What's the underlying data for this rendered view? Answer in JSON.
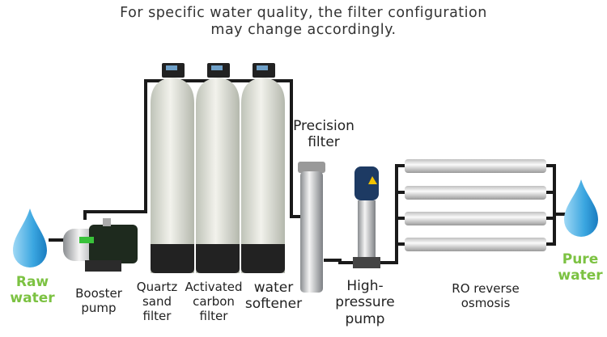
{
  "caption": "For specific water quality, the filter configuration\nmay change accordingly.",
  "labels": {
    "raw_water": "Raw\nwater",
    "booster_pump": "Booster\npump",
    "quartz_sand_filter": "Quartz\nsand\nfilter",
    "activated_carbon_filter": "Activated\ncarbon\nfilter",
    "water_softener": "water\nsoftener",
    "precision_filter": "Precision\nfilter",
    "high_pressure_pump": "High-pressure\npump",
    "ro_reverse_osmosis": "RO reverse\nosmosis",
    "pure_water": "Pure\nwater"
  },
  "colors": {
    "accent_green": "#7cc242",
    "pipe": "#1a1a1a",
    "water": "#3aa6e0"
  }
}
